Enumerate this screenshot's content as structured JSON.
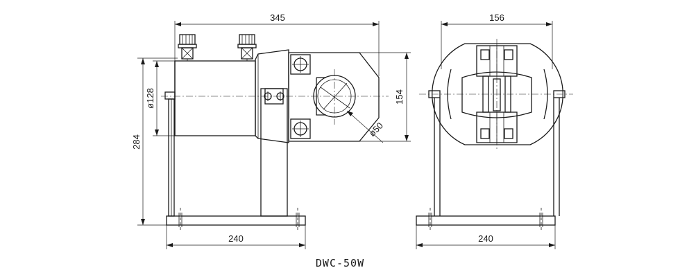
{
  "drawing": {
    "model": "DWC-50W",
    "side_view": {
      "overall_length": "345",
      "overall_height": "284",
      "body_diameter": "ø128",
      "jaw_height": "154",
      "opening_diameter": "ø50",
      "base_width": "240"
    },
    "front_view": {
      "overall_width": "156",
      "base_width": "240"
    }
  }
}
